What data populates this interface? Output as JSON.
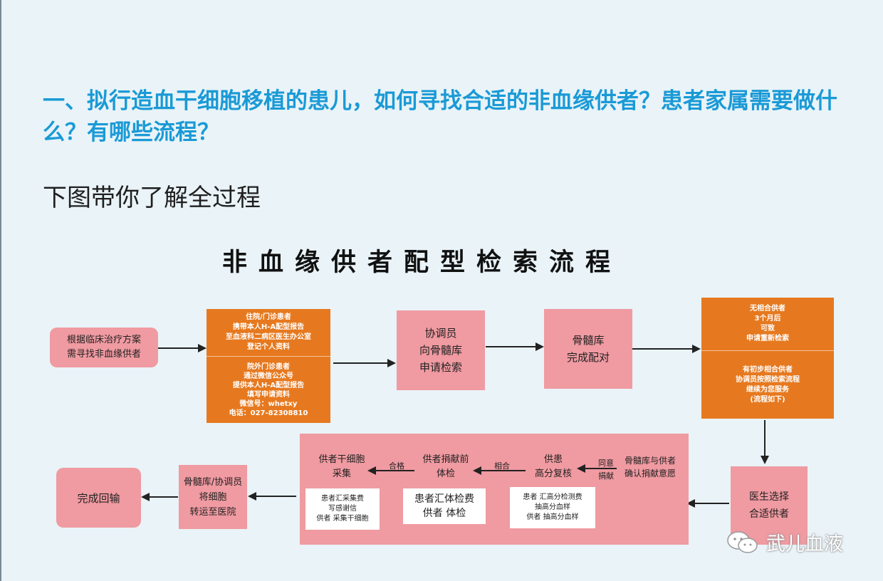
{
  "heading": "一、拟行造血干细胞移植的患儿，如何寻找合适的非血缘供者？患者家属需要做什么？有哪些流程？",
  "subtitle": "下图带你了解全过程",
  "flow_title": "非血缘供者配型检索流程",
  "nodes": {
    "start": "根据临床治疗方案\n需寻找非血缘供者",
    "inpatient": "住院/门诊患者\n携带本人H-A配型报告\n至血液科二病区医生办公室\n登记个人资料",
    "outpatient": "院外门诊患者\n通过微信公众号\n提供本人H-A配型报告\n填写申请资料\n微信号：whetxy\n电话：027-82308810",
    "coordinator": "协调员\n向骨髓库\n申请检索",
    "bank_match": "骨髓库\n完成配对",
    "no_match": "无相合供者\n3个月后\n可致\n申请重新检索",
    "prelim_match": "有初步相合供者\n协调员按照检索流程\n继续为您服务\n(流程如下)",
    "doctor_select": "医生选择\n合适供者",
    "confirm": "骨髓库与供者\n确认捐献意愿",
    "review": "供患\n高分复核",
    "review_note": "患者 汇高分检测费\n抽高分血样\n供者 抽高分血样",
    "exam": "供者捐献前\n体检",
    "exam_note": "患者汇体检费\n供者 体检",
    "collect": "供者干细胞\n采集",
    "collect_note": "患者汇采集费\n写感谢信\n供者 采集干细胞",
    "transport": "骨髓库/协调员\n将细胞\n转运至医院",
    "done": "完成回输"
  },
  "edge_labels": {
    "agree_1": "同意",
    "agree_2": "捐献",
    "match": "相合",
    "pass": "合格"
  },
  "watermark": "武儿血液",
  "colors": {
    "heading": "#1a9ad6",
    "pink": "#f09aa1",
    "orange": "#e6791f",
    "background": "#e9f3f8"
  }
}
